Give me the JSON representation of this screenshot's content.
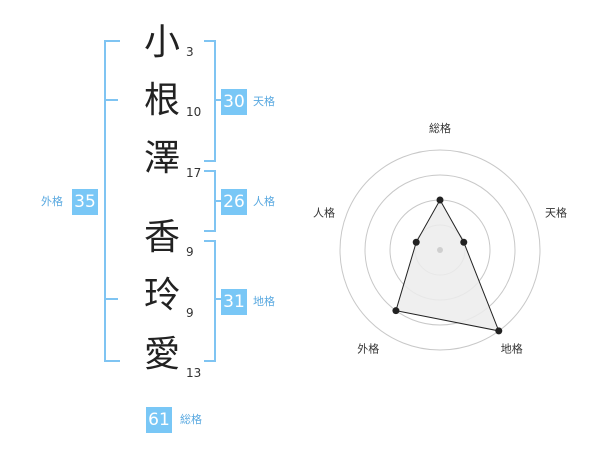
{
  "characters": [
    {
      "char": "小",
      "strokes": "3"
    },
    {
      "char": "根",
      "strokes": "10"
    },
    {
      "char": "澤",
      "strokes": "17"
    },
    {
      "char": "香",
      "strokes": "9"
    },
    {
      "char": "玲",
      "strokes": "9"
    },
    {
      "char": "愛",
      "strokes": "13"
    }
  ],
  "fortunes": {
    "tenkaku": {
      "label": "天格",
      "value": "30"
    },
    "jinkaku": {
      "label": "人格",
      "value": "26"
    },
    "chikaku": {
      "label": "地格",
      "value": "31"
    },
    "gaikaku": {
      "label": "外格",
      "value": "35"
    },
    "soukaku": {
      "label": "総格",
      "value": "61"
    }
  },
  "chart_data": {
    "type": "radar",
    "axes": [
      "総格",
      "天格",
      "地格",
      "外格",
      "人格"
    ],
    "values": [
      0.5,
      0.25,
      1.0,
      0.75,
      0.25
    ],
    "rings": 4,
    "colors": {
      "fill": "#ececec",
      "line": "#222222",
      "grid": "#c8c8c8"
    }
  }
}
